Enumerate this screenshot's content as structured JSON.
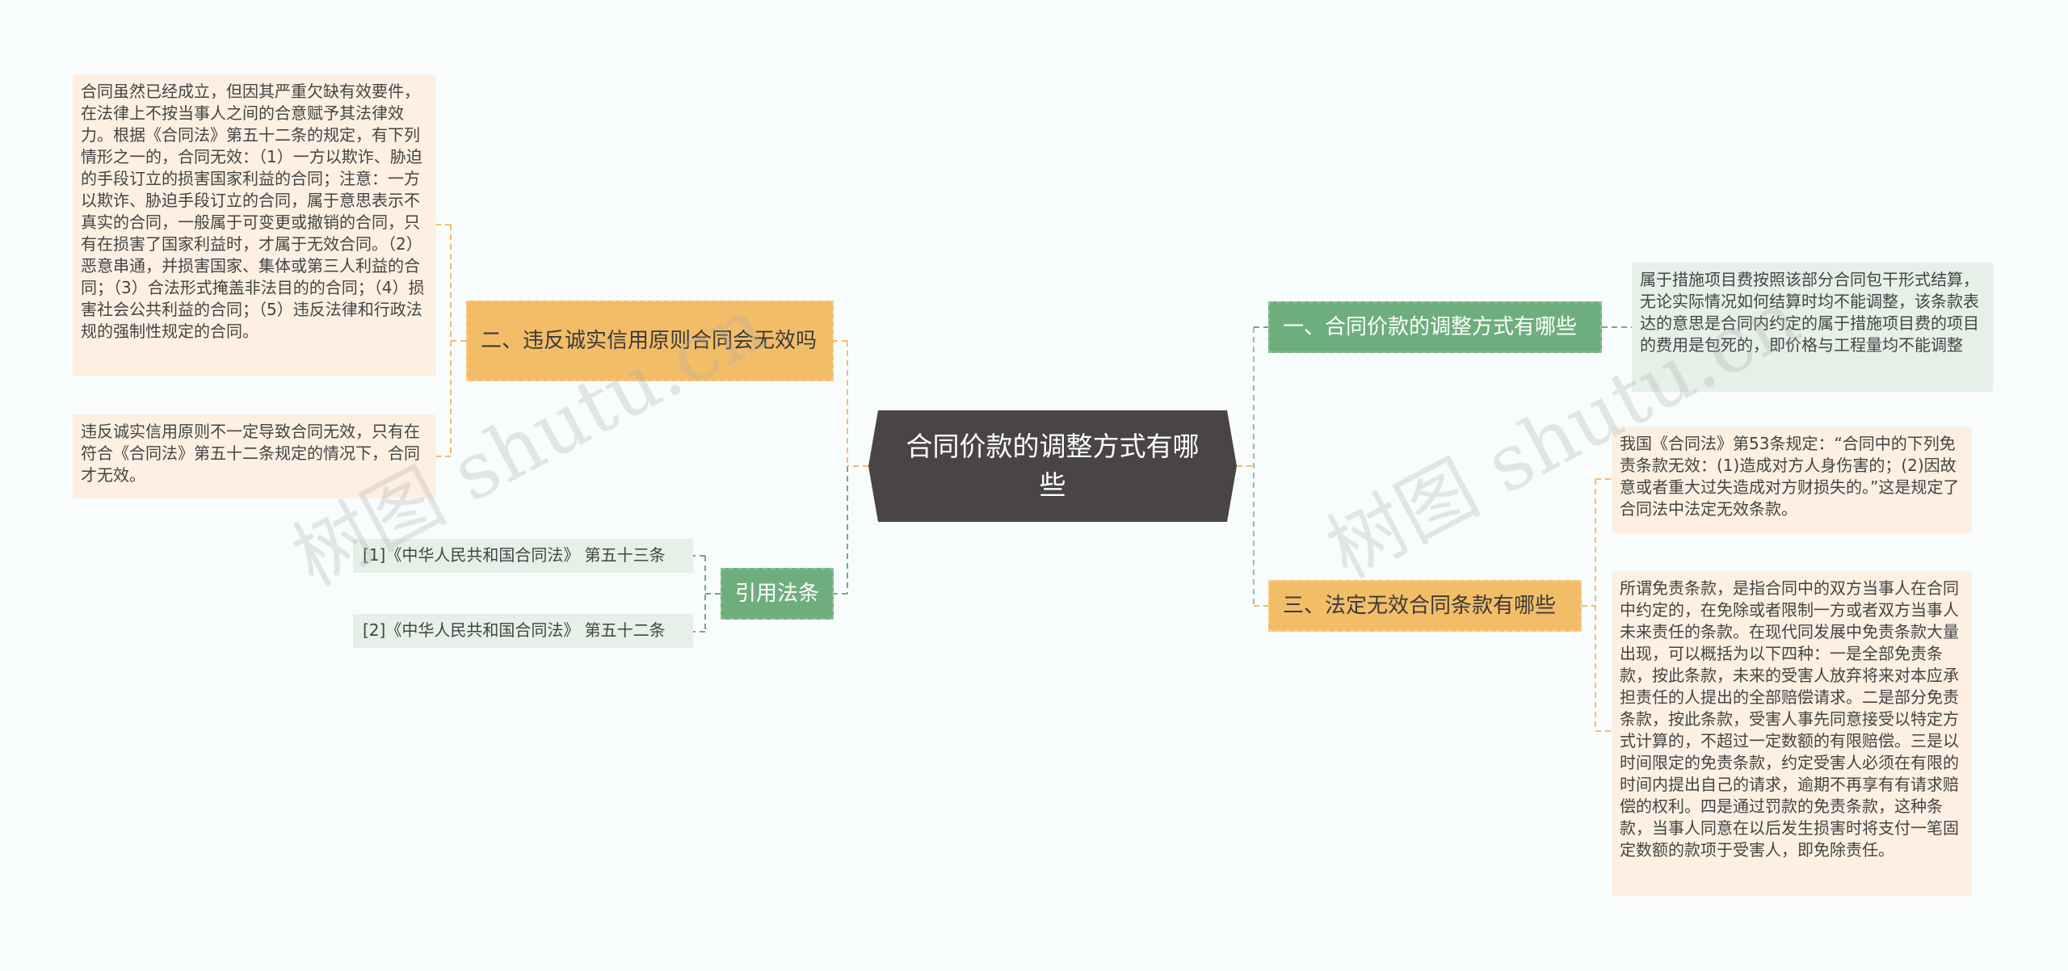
{
  "central": {
    "title": "合同价款的调整方式有哪些"
  },
  "branches": {
    "b1": {
      "label": "一、合同价款的调整方式有哪些"
    },
    "b2": {
      "label": "二、违反诚实信用原则合同会无效吗"
    },
    "b3": {
      "label": "三、法定无效合同条款有哪些"
    },
    "b4": {
      "label": "引用法条"
    }
  },
  "leaves": {
    "b1_1": "属于措施项目费按照该部分合同包干形式结算，无论实际情况如何结算时均不能调整，该条款表达的意思是合同内约定的属于措施项目费的项目的费用是包死的，即价格与工程量均不能调整",
    "b2_1": "合同虽然已经成立，但因其严重欠缺有效要件，在法律上不按当事人之间的合意赋予其法律效力。根据《合同法》第五十二条的规定，有下列情形之一的，合同无效：（1）一方以欺诈、胁迫的手段订立的损害国家利益的合同；注意：一方以欺诈、胁迫手段订立的合同，属于意思表示不真实的合同，一般属于可变更或撤销的合同，只有在损害了国家利益时，才属于无效合同。（2）恶意串通，并损害国家、集体或第三人利益的合同；（3）合法形式掩盖非法目的的合同；（4）损害社会公共利益的合同；（5）违反法律和行政法规的强制性规定的合同。",
    "b2_2": "违反诚实信用原则不一定导致合同无效，只有在符合《合同法》第五十二条规定的情况下，合同才无效。",
    "b3_1": "我国《合同法》第53条规定：“合同中的下列免责条款无效：(1)造成对方人身伤害的；(2)因故意或者重大过失造成对方财损失的。”这是规定了合同法中法定无效条款。",
    "b3_2": "所谓免责条款，是指合同中的双方当事人在合同中约定的，在免除或者限制一方或者双方当事人未来责任的条款。在现代同发展中免责条款大量出现，可以概括为以下四种：一是全部免责条款，按此条款，未来的受害人放弃将来对本应承担责任的人提出的全部赔偿请求。二是部分免责条款，按此条款，受害人事先同意接受以特定方式计算的，不超过一定数额的有限赔偿。三是以时间限定的免责条款，约定受害人必须在有限的时间内提出自己的请求，逾期不再享有有请求赔偿的权利。四是通过罚款的免责条款，这种条款，当事人同意在以后发生损害时将支付一笔固定数额的款项于受害人，即免除责任。",
    "b4_1": "[1]《中华人民共和国合同法》 第五十三条",
    "b4_2": "[2]《中华人民共和国合同法》 第五十二条"
  },
  "watermarks": [
    "树图 shutu.cn",
    "树图 shutu.cn"
  ],
  "colors": {
    "central": "#4a4545",
    "green": "#6eae7d",
    "orange": "#f3bd68",
    "leaf_green": "#e4f0e8",
    "leaf_orange": "#fdf0e3"
  }
}
